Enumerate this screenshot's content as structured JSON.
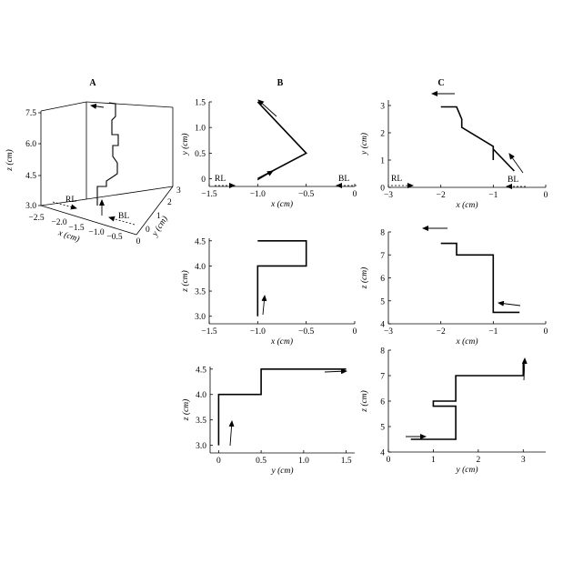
{
  "figure": {
    "panels": [
      {
        "id": "A",
        "label": "A",
        "type": "3d-line",
        "x_label": "x (cm)",
        "y_label": "y (cm)",
        "z_label": "z (cm)",
        "x_ticks": [
          "−2.5",
          "−2.0",
          "−1.5",
          "−1.0",
          "−0.5",
          "0"
        ],
        "y_ticks": [
          "0",
          "1",
          "2",
          "3"
        ],
        "z_ticks": [
          "3.0",
          "4.5",
          "6.0",
          "7.5"
        ],
        "annotations": [
          "RL",
          "BL"
        ]
      },
      {
        "id": "B-xy",
        "label": "B",
        "x_label": "x (cm)",
        "y_label": "y (cm)",
        "x_ticks": [
          "−1.5",
          "−1.0",
          "−0.5",
          "0"
        ],
        "y_ticks": [
          "0",
          "0.5",
          "1.0",
          "1.5"
        ],
        "annotations": [
          "RL",
          "BL"
        ]
      },
      {
        "id": "C-xy",
        "label": "C",
        "x_label": "x (cm)",
        "y_label": "y (cm)",
        "x_ticks": [
          "−3",
          "−2",
          "−1",
          "0"
        ],
        "y_ticks": [
          "0",
          "1",
          "2",
          "3"
        ],
        "annotations": [
          "RL",
          "BL"
        ]
      },
      {
        "id": "B-xz",
        "x_label": "x (cm)",
        "y_label": "z (cm)",
        "x_ticks": [
          "−1.5",
          "−1.0",
          "−0.5",
          "0"
        ],
        "y_ticks": [
          "3.0",
          "3.5",
          "4.0",
          "4.5"
        ]
      },
      {
        "id": "C-xz",
        "x_label": "x (cm)",
        "y_label": "z (cm)",
        "x_ticks": [
          "−3",
          "−2",
          "−1",
          "0"
        ],
        "y_ticks": [
          "4",
          "5",
          "6",
          "7",
          "8"
        ]
      },
      {
        "id": "B-yz",
        "x_label": "y (cm)",
        "y_label": "z (cm)",
        "x_ticks": [
          "0",
          "0.5",
          "1.0",
          "1.5"
        ],
        "y_ticks": [
          "3.0",
          "3.5",
          "4.0",
          "4.5"
        ]
      },
      {
        "id": "C-yz",
        "x_label": "y (cm)",
        "y_label": "z (cm)",
        "x_ticks": [
          "0",
          "1",
          "2",
          "3"
        ],
        "y_ticks": [
          "4",
          "5",
          "6",
          "7",
          "8"
        ]
      }
    ]
  },
  "chart_data": [
    {
      "type": "line",
      "panel": "B",
      "view": "x-y",
      "xlim": [
        -1.5,
        0
      ],
      "ylim": [
        -0.15,
        1.5
      ],
      "series": [
        {
          "x": [
            -1.0,
            -0.5,
            -1.0
          ],
          "y": [
            0.0,
            0.5,
            1.5
          ]
        }
      ]
    },
    {
      "type": "line",
      "panel": "C",
      "view": "x-y",
      "xlim": [
        -3,
        0
      ],
      "ylim": [
        0,
        3.2
      ],
      "series": [
        {
          "x": [
            -2.0,
            -1.7,
            -1.6,
            -1.6,
            -1.0,
            -1.0,
            -1.0,
            -0.6
          ],
          "y": [
            2.95,
            2.95,
            2.5,
            2.2,
            1.5,
            1.0,
            1.4,
            0.6
          ]
        }
      ]
    },
    {
      "type": "line",
      "panel": "B",
      "view": "x-z",
      "xlim": [
        -1.5,
        0
      ],
      "ylim": [
        2.85,
        4.55
      ],
      "series": [
        {
          "x": [
            -1.0,
            -1.0,
            -0.5,
            -0.5,
            -1.0
          ],
          "y": [
            3.0,
            4.0,
            4.0,
            4.5,
            4.5
          ]
        }
      ]
    },
    {
      "type": "line",
      "panel": "C",
      "view": "x-z",
      "xlim": [
        -3,
        0
      ],
      "ylim": [
        4,
        8
      ],
      "series": [
        {
          "x": [
            -0.5,
            -1.0,
            -1.0,
            -1.7,
            -1.7,
            -2.0
          ],
          "y": [
            4.5,
            4.5,
            7.0,
            7.0,
            7.5,
            7.5
          ]
        }
      ]
    },
    {
      "type": "line",
      "panel": "B",
      "view": "y-z",
      "xlim": [
        -0.1,
        1.6
      ],
      "ylim": [
        2.85,
        4.55
      ],
      "series": [
        {
          "x": [
            0,
            0,
            0.5,
            0.5,
            1.5
          ],
          "y": [
            3.0,
            4.0,
            4.0,
            4.5,
            4.5
          ]
        }
      ]
    },
    {
      "type": "line",
      "panel": "C",
      "view": "y-z",
      "xlim": [
        0,
        3.5
      ],
      "ylim": [
        4,
        8
      ],
      "series": [
        {
          "x": [
            0.5,
            1.5,
            1.5,
            1.0,
            1.0,
            1.5,
            1.5,
            3.0,
            3.0
          ],
          "y": [
            4.5,
            4.5,
            5.8,
            5.8,
            6.0,
            6.0,
            7.0,
            7.0,
            7.5
          ]
        }
      ]
    },
    {
      "type": "line",
      "panel": "A",
      "view": "3d",
      "xlim": [
        -2.5,
        0
      ],
      "ylim": [
        0,
        3
      ],
      "zlim": [
        3.0,
        7.5
      ],
      "series": [
        {
          "x": [
            -1.0,
            -1.0,
            -0.5,
            -0.5,
            -1.0,
            -1.0,
            -1.6,
            -1.6,
            -2.0
          ],
          "y": [
            0.0,
            0.0,
            0.5,
            0.5,
            1.5,
            1.5,
            2.2,
            2.5,
            2.95
          ],
          "z": [
            3.0,
            4.0,
            4.0,
            4.5,
            4.5,
            7.0,
            7.0,
            7.5,
            7.5
          ]
        }
      ]
    }
  ]
}
